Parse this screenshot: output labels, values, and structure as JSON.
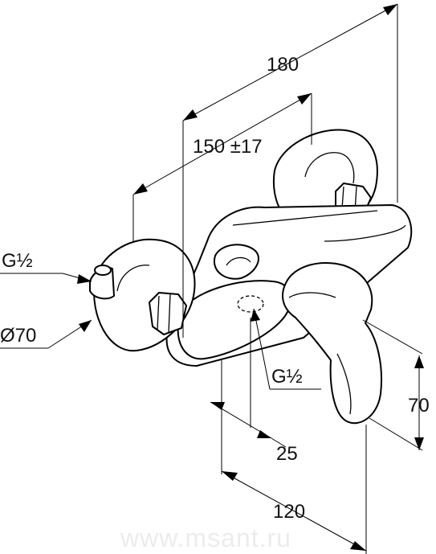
{
  "dimensions": {
    "width_180": "180",
    "width_150": "150 ±17",
    "thread_left": "G½",
    "rosette_diameter": "Ø70",
    "thread_center": "G½",
    "offset_25": "25",
    "depth_120": "120",
    "height_70": "70"
  },
  "watermark": "www.msant.ru"
}
